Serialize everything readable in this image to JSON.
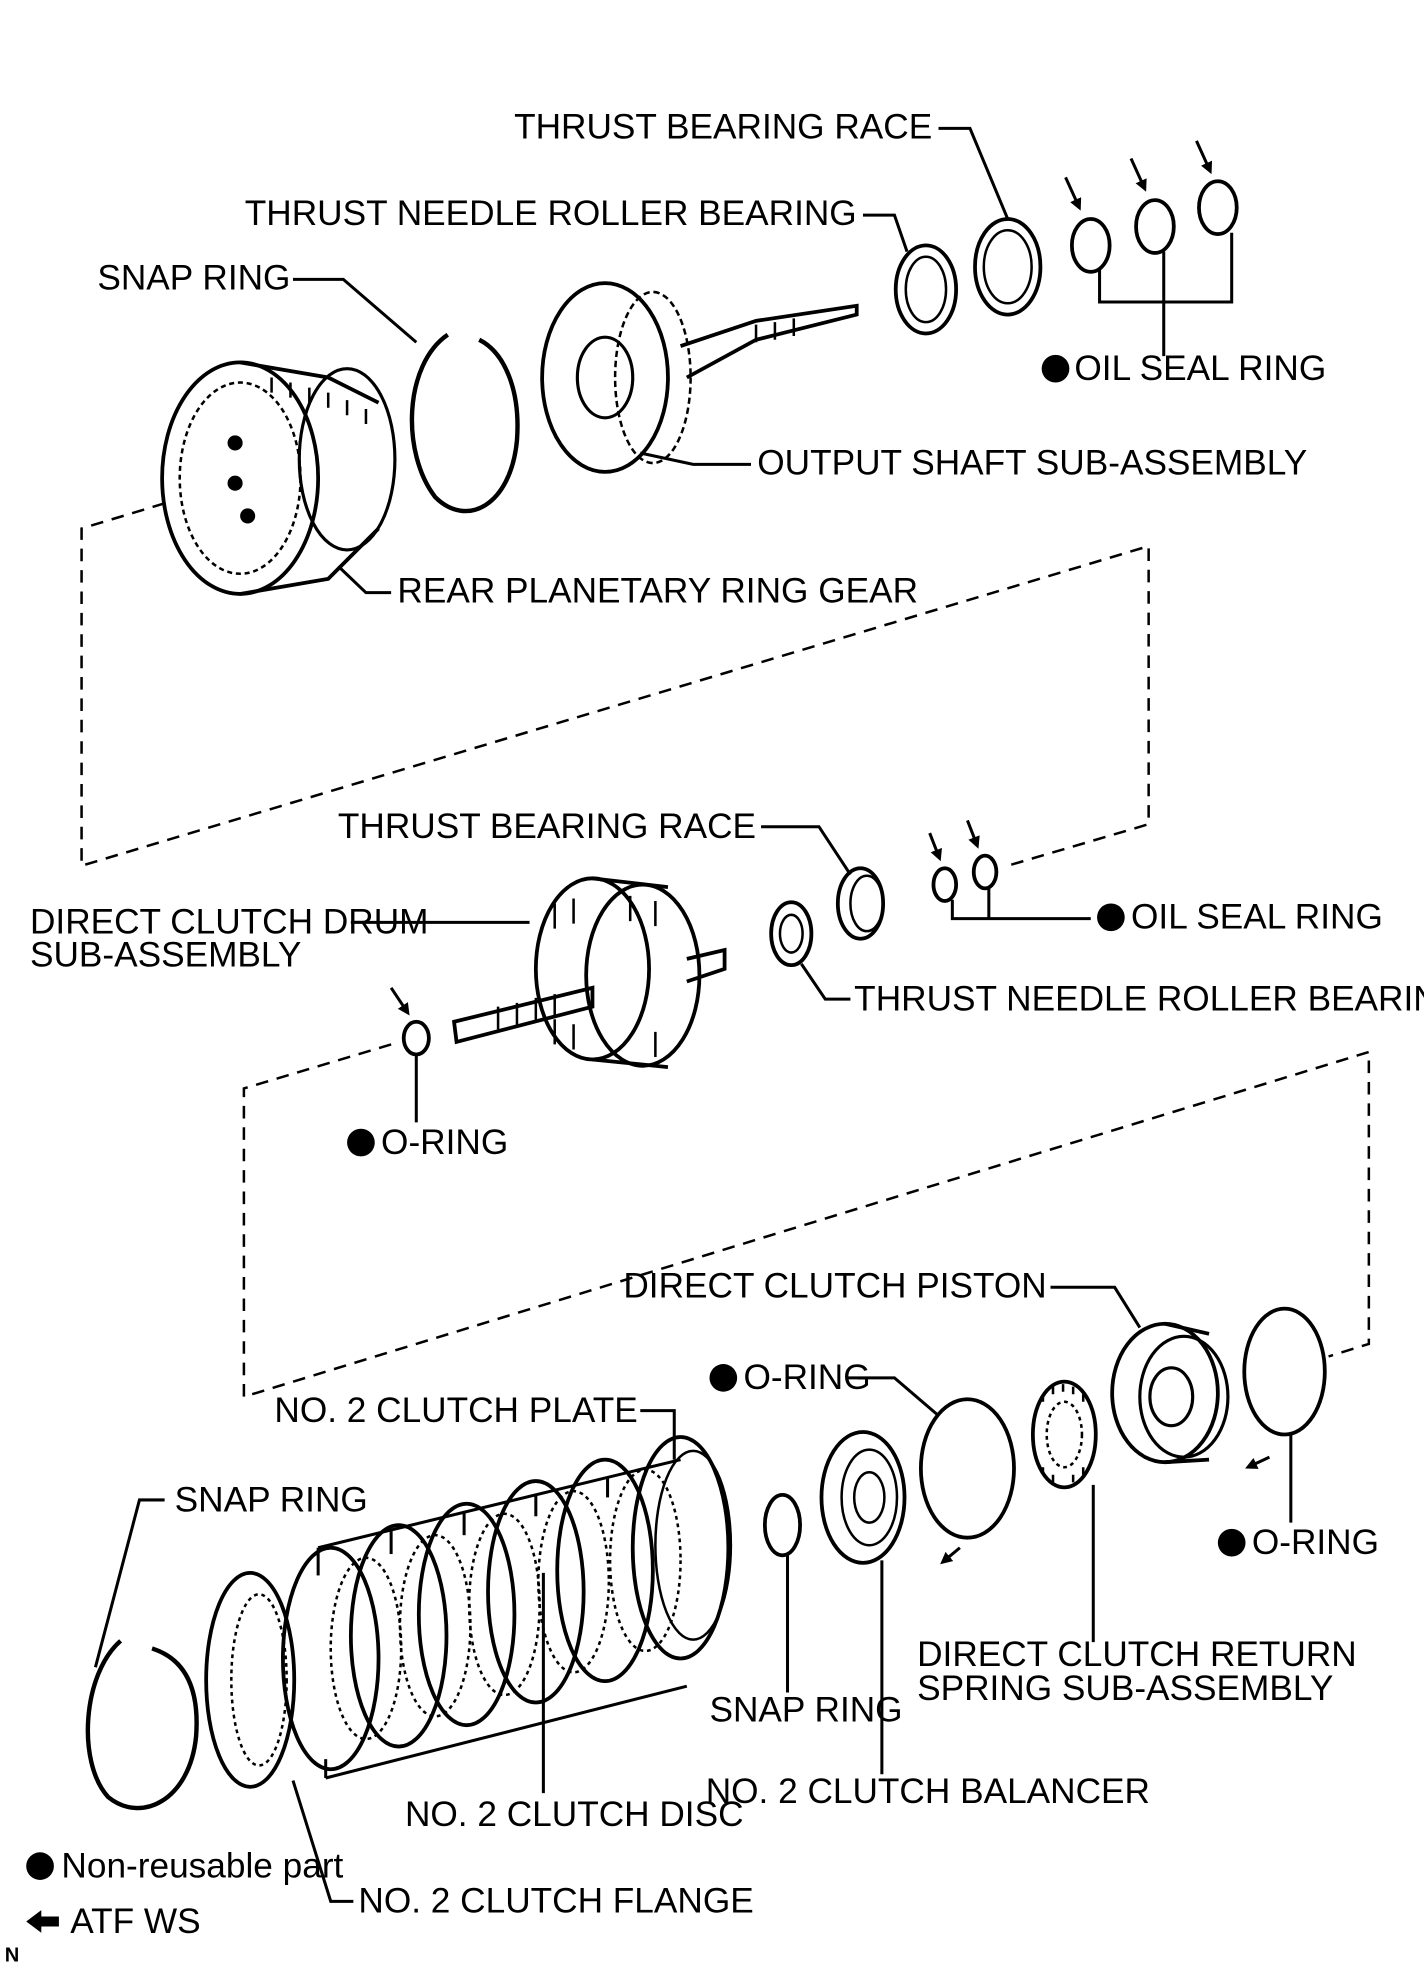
{
  "labels": {
    "thrust_bearing_race_top": "THRUST BEARING RACE",
    "thrust_needle_roller_bearing_top": "THRUST NEEDLE ROLLER BEARING",
    "snap_ring_top": "SNAP RING",
    "oil_seal_ring_top": "OIL SEAL RING",
    "output_shaft": "OUTPUT SHAFT SUB-ASSEMBLY",
    "rear_planetary_ring_gear": "REAR PLANETARY RING GEAR",
    "thrust_bearing_race_mid": "THRUST BEARING RACE",
    "oil_seal_ring_mid": "OIL SEAL RING",
    "direct_clutch_drum_1": "DIRECT CLUTCH DRUM",
    "direct_clutch_drum_2": "SUB-ASSEMBLY",
    "thrust_needle_roller_bearing_mid": "THRUST NEEDLE ROLLER BEARING",
    "o_ring_drum": "O-RING",
    "direct_clutch_piston": "DIRECT CLUTCH PISTON",
    "o_ring_balancer": "O-RING",
    "no2_clutch_plate": "NO. 2 CLUTCH PLATE",
    "snap_ring_bottom": "SNAP RING",
    "o_ring_piston": "O-RING",
    "return_spring_1": "DIRECT CLUTCH RETURN",
    "return_spring_2": "SPRING SUB-ASSEMBLY",
    "snap_ring_small": "SNAP RING",
    "no2_clutch_balancer": "NO. 2 CLUTCH BALANCER",
    "no2_clutch_disc": "NO. 2 CLUTCH DISC",
    "no2_clutch_flange": "NO. 2 CLUTCH FLANGE"
  },
  "legend": {
    "non_reusable": "Non-reusable part",
    "atf": "ATF WS"
  },
  "corner_mark": "N"
}
